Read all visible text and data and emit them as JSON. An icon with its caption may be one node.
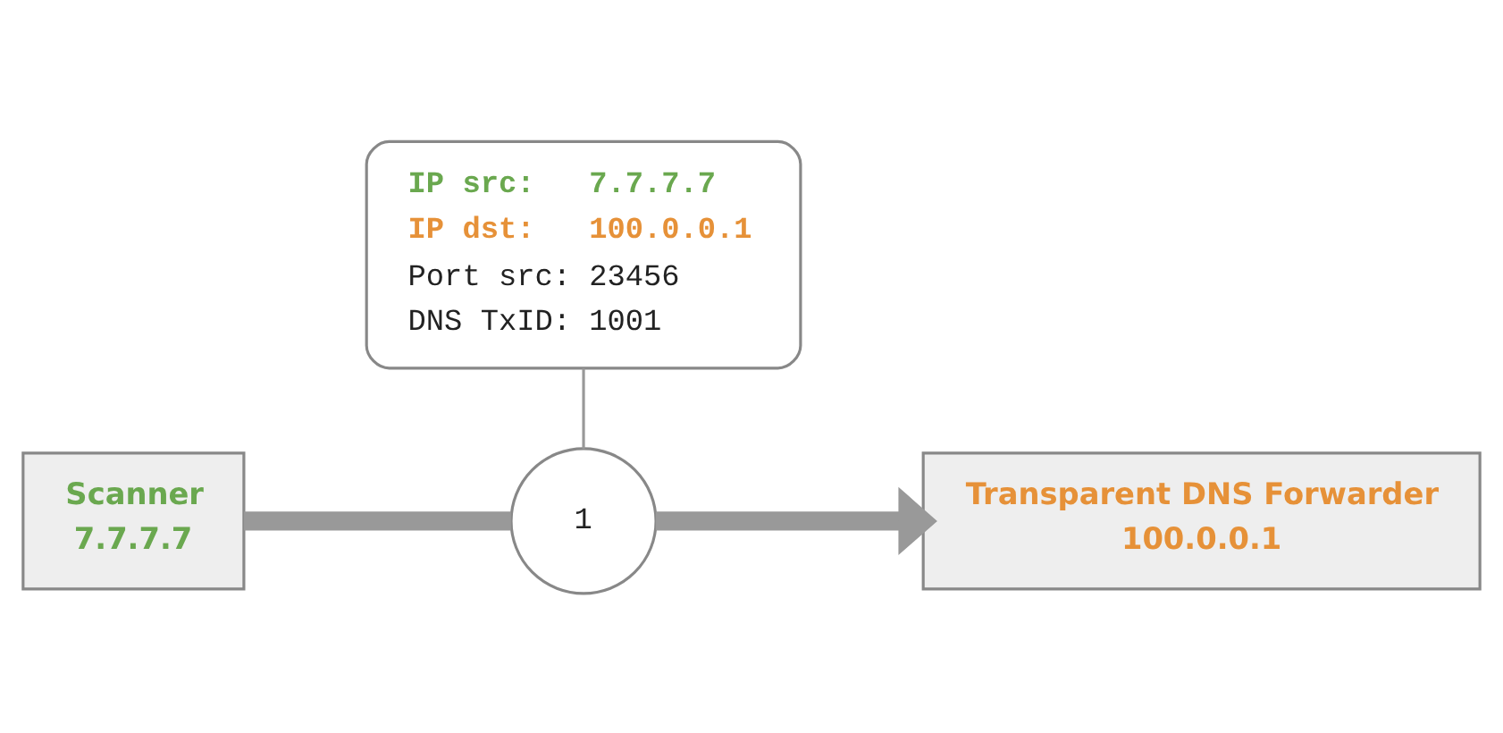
{
  "diagram": {
    "nodes": [
      {
        "text": [
          "IP src:   7.7.7.7",
          "IP dst:   100.0.0.1",
          "Port src: 23456",
          "DNS TxID: 1001"
        ]
      },
      {
        "text": [
          "Scanner",
          "7.7.7.7"
        ]
      },
      {
        "text": [
          "1"
        ]
      },
      {
        "text": [
          "Transparent DNS Forwarder",
          "100.0.0.1"
        ]
      }
    ],
    "edges": [
      {
        "from": 0,
        "to": 2,
        "arrow": "none"
      },
      {
        "from": 1,
        "to": 2,
        "arrow": "none"
      },
      {
        "from": 2,
        "to": 3,
        "arrow": "to"
      }
    ]
  }
}
